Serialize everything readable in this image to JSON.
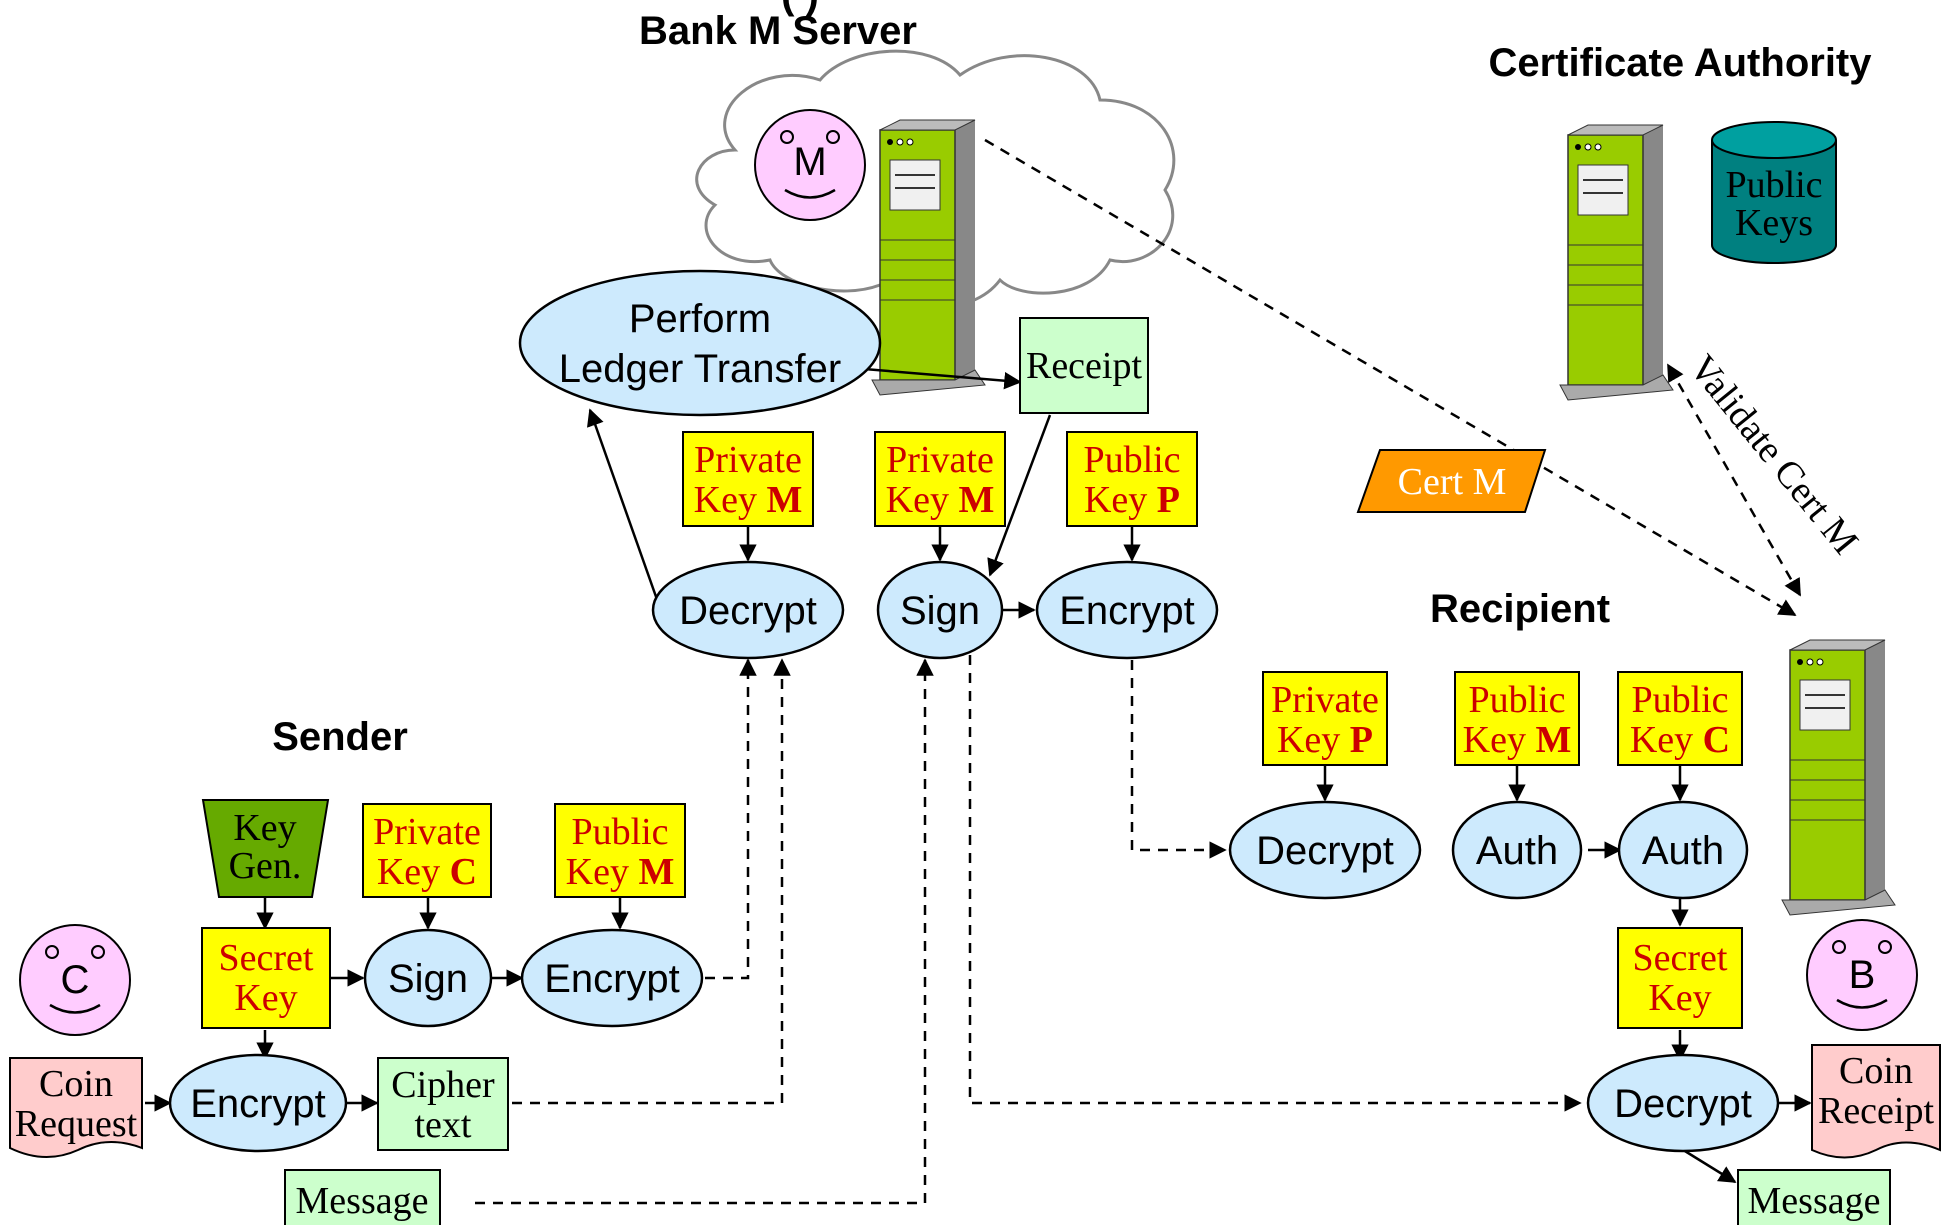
{
  "titles": {
    "top_partial": "(                )",
    "bank": "Bank M Server",
    "ca": "Certificate Authority",
    "sender": "Sender",
    "recipient": "Recipient"
  },
  "faces": {
    "m": "M",
    "c": "C",
    "b": "B"
  },
  "bank": {
    "perform_line1": "Perform",
    "perform_line2": "Ledger Transfer",
    "receipt": "Receipt",
    "key1_line1": "Private",
    "key1_line2": "Key ",
    "key1_bold": "M",
    "key2_line1": "Private",
    "key2_line2": "Key ",
    "key2_bold": "M",
    "key3_line1": "Public",
    "key3_line2": "Key ",
    "key3_bold": "P",
    "decrypt": "Decrypt",
    "sign": "Sign",
    "encrypt": "Encrypt"
  },
  "ca": {
    "db_line1": "Public",
    "db_line2": "Keys",
    "cert": "Cert M",
    "validate": "Validate Cert M"
  },
  "sender": {
    "keygen_line1": "Key",
    "keygen_line2": "Gen.",
    "key_c_line1": "Private",
    "key_c_line2": "Key ",
    "key_c_bold": "C",
    "key_m_line1": "Public",
    "key_m_line2": "Key ",
    "key_m_bold": "M",
    "secret_line1": "Secret",
    "secret_line2": "Key",
    "sign": "Sign",
    "encrypt1": "Encrypt",
    "encrypt2": "Encrypt",
    "cipher_line1": "Cipher",
    "cipher_line2": "text",
    "coin_line1": "Coin",
    "coin_line2": "Request",
    "message": "Message"
  },
  "recipient": {
    "key_p_line1": "Private",
    "key_p_line2": "Key ",
    "key_p_bold": "P",
    "key_m_line1": "Public",
    "key_m_line2": "Key ",
    "key_m_bold": "M",
    "key_c_line1": "Public",
    "key_c_line2": "Key ",
    "key_c_bold": "C",
    "decrypt1": "Decrypt",
    "auth1": "Auth",
    "auth2": "Auth",
    "secret_line1": "Secret",
    "secret_line2": "Key",
    "decrypt2": "Decrypt",
    "coin_line1": "Coin",
    "coin_line2": "Receipt",
    "message": "Message"
  },
  "colors": {
    "process_fill": "#cdeafd",
    "key_fill": "#ffff00",
    "key_text": "#cc0000",
    "data_fill": "#ccffcc",
    "doc_fill": "#ffcccc",
    "face_fill": "#ffccff",
    "cert_fill": "#ff9900",
    "keygen_fill": "#66aa00",
    "db_fill": "#008080",
    "server_green": "#99cc00"
  }
}
